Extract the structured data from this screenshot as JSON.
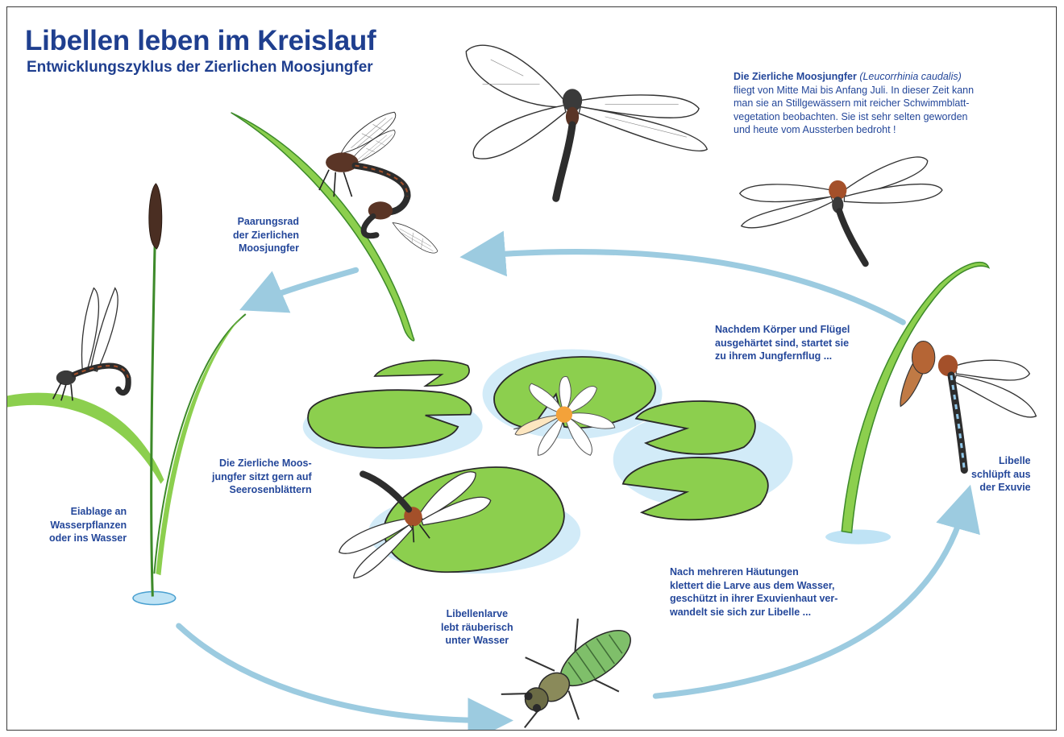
{
  "title": "Libellen leben im Kreislauf",
  "subtitle": "Entwicklungszyklus der Zierlichen Moosjungfer",
  "info": {
    "prefix": "Die ",
    "name": "Zierliche Moosjungfer",
    "latin": "(Leucorrhinia caudalis)",
    "line1_rest": "",
    "lines": [
      "fliegt von Mitte Mai bis Anfang Juli. In dieser Zeit kann",
      "man sie an Stillgewässern mit reicher Schwimmblatt-",
      "vegetation beobachten. Sie ist sehr selten geworden",
      "und heute vom Aussterben bedroht !"
    ]
  },
  "captions": {
    "paarungsrad": [
      "Paarungsrad",
      "der Zierlichen",
      "Moosjungfer"
    ],
    "eiablage": [
      "Eiablage an",
      "Wasserpflanzen",
      "oder ins Wasser"
    ],
    "seerosen": [
      "Die Zierliche Moos-",
      "jungfer sitzt gern auf",
      "Seerosenblättern"
    ],
    "larve": [
      "Libellenlarve",
      "lebt räuberisch",
      "unter Wasser"
    ],
    "haeutungen": [
      "Nach mehreren Häutungen",
      "klettert die Larve aus dem Wasser,",
      "geschützt in ihrer Exuvienhaut ver-",
      "wandelt sie sich zur Libelle ..."
    ],
    "jungfernflug": [
      "Nachdem Körper und Flügel",
      "ausgehärtet sind, startet sie",
      "zu ihrem Jungfernflug ..."
    ],
    "schluepft": [
      "Libelle",
      "schlüpft aus",
      "der Exuvie"
    ]
  },
  "colors": {
    "title": "#1f3f8f",
    "caption": "#24479a",
    "arrow": "#9ccbe0",
    "leaf": "#8ccf4e",
    "leaf_dark": "#3d8a2a",
    "water": "#bfe3f5",
    "dragonfly_body": "#3a3a3a",
    "dragonfly_accent": "#a4502a"
  }
}
